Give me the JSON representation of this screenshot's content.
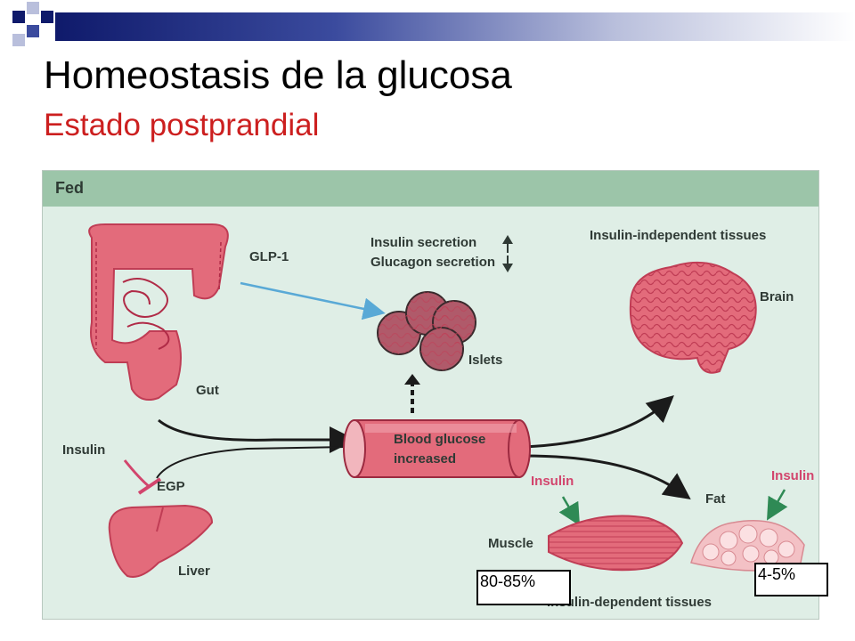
{
  "slide": {
    "title": "Homeostasis de la glucosa",
    "subtitle": "Estado postprandial"
  },
  "figure": {
    "header": "Fed",
    "labels": {
      "gut": "Gut",
      "glp1": "GLP-1",
      "insulin_secretion": "Insulin secretion",
      "glucagon_secretion": "Glucagon secretion",
      "islets": "Islets",
      "insulin_independent": "Insulin-independent tissues",
      "brain": "Brain",
      "insulin_left": "Insulin",
      "egp": "EGP",
      "liver": "Liver",
      "blood_glucose_line1": "Blood glucose",
      "blood_glucose_line2": "increased",
      "insulin_muscle": "Insulin",
      "muscle": "Muscle",
      "fat": "Fat",
      "insulin_fat": "Insulin",
      "insulin_dependent": "Insulin-dependent tissues"
    },
    "overlays": {
      "muscle_percent": "80-85%",
      "fat_percent": "4-5%"
    }
  },
  "colors": {
    "title_text": "#000000",
    "subtitle_text": "#cc1f1f",
    "header_bar": "#9cc5a9",
    "background": "#dfeee6",
    "organ_pink": "#e36b7b",
    "arrow_dark": "#1b1b1b",
    "glp1_arrow": "#59a9d6",
    "insulin_text": "#d2456d"
  }
}
